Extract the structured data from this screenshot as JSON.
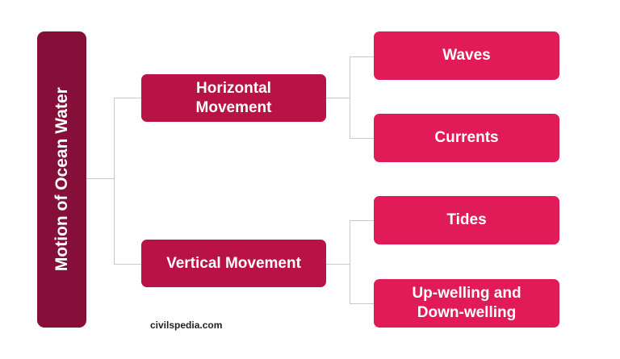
{
  "diagram": {
    "root": {
      "label": "Motion of Ocean Water"
    },
    "branches": [
      {
        "label": "Horizontal Movement",
        "children": [
          "Waves",
          "Currents"
        ]
      },
      {
        "label": "Vertical Movement",
        "children": [
          "Tides",
          "Up-welling and Down-welling"
        ]
      }
    ]
  },
  "colors": {
    "root": "#850f38",
    "mid": "#b91246",
    "leaf": "#e11a58",
    "connector": "#c8c8c8"
  },
  "footer": {
    "watermark": "civilspedia.com"
  }
}
